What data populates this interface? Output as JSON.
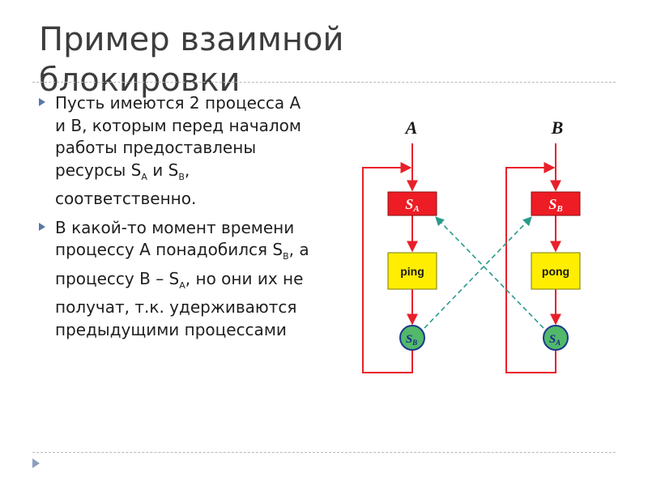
{
  "slide": {
    "title": "Пример взаимной блокировки",
    "bullets": [
      {
        "segments": [
          {
            "t": "Пусть имеются 2 процесса A и B, которым перед началом работы предоставлены ресурсы S"
          },
          {
            "t": "A",
            "sub": true
          },
          {
            "t": " и S"
          },
          {
            "t": "B",
            "sub": true
          },
          {
            "t": ", соответственно."
          }
        ]
      },
      {
        "segments": [
          {
            "t": "В какой-то момент времени процессу A понадобился S"
          },
          {
            "t": "B",
            "sub": true
          },
          {
            "t": ", а процессу B – S"
          },
          {
            "t": "A",
            "sub": true
          },
          {
            "t": ", но они их не получат, т.к. удерживаются предыдущими процессами"
          }
        ]
      }
    ]
  },
  "diagram": {
    "process_a": {
      "label": "A",
      "resource_box": {
        "main": "S",
        "sub": "A"
      },
      "action_box": "ping",
      "wait_circle": {
        "main": "S",
        "sub": "B"
      }
    },
    "process_b": {
      "label": "B",
      "resource_box": {
        "main": "S",
        "sub": "B"
      },
      "action_box": "pong",
      "wait_circle": {
        "main": "S",
        "sub": "A"
      }
    },
    "colors": {
      "flow_line": "#e8202a",
      "resource_box": "#ee1c24",
      "action_box": "#ffee00",
      "wait_circle": "#52b86a",
      "dependency_line": "#2a9a8a",
      "resource_text": "#ffffff",
      "circle_text": "#1a2a8a"
    }
  }
}
